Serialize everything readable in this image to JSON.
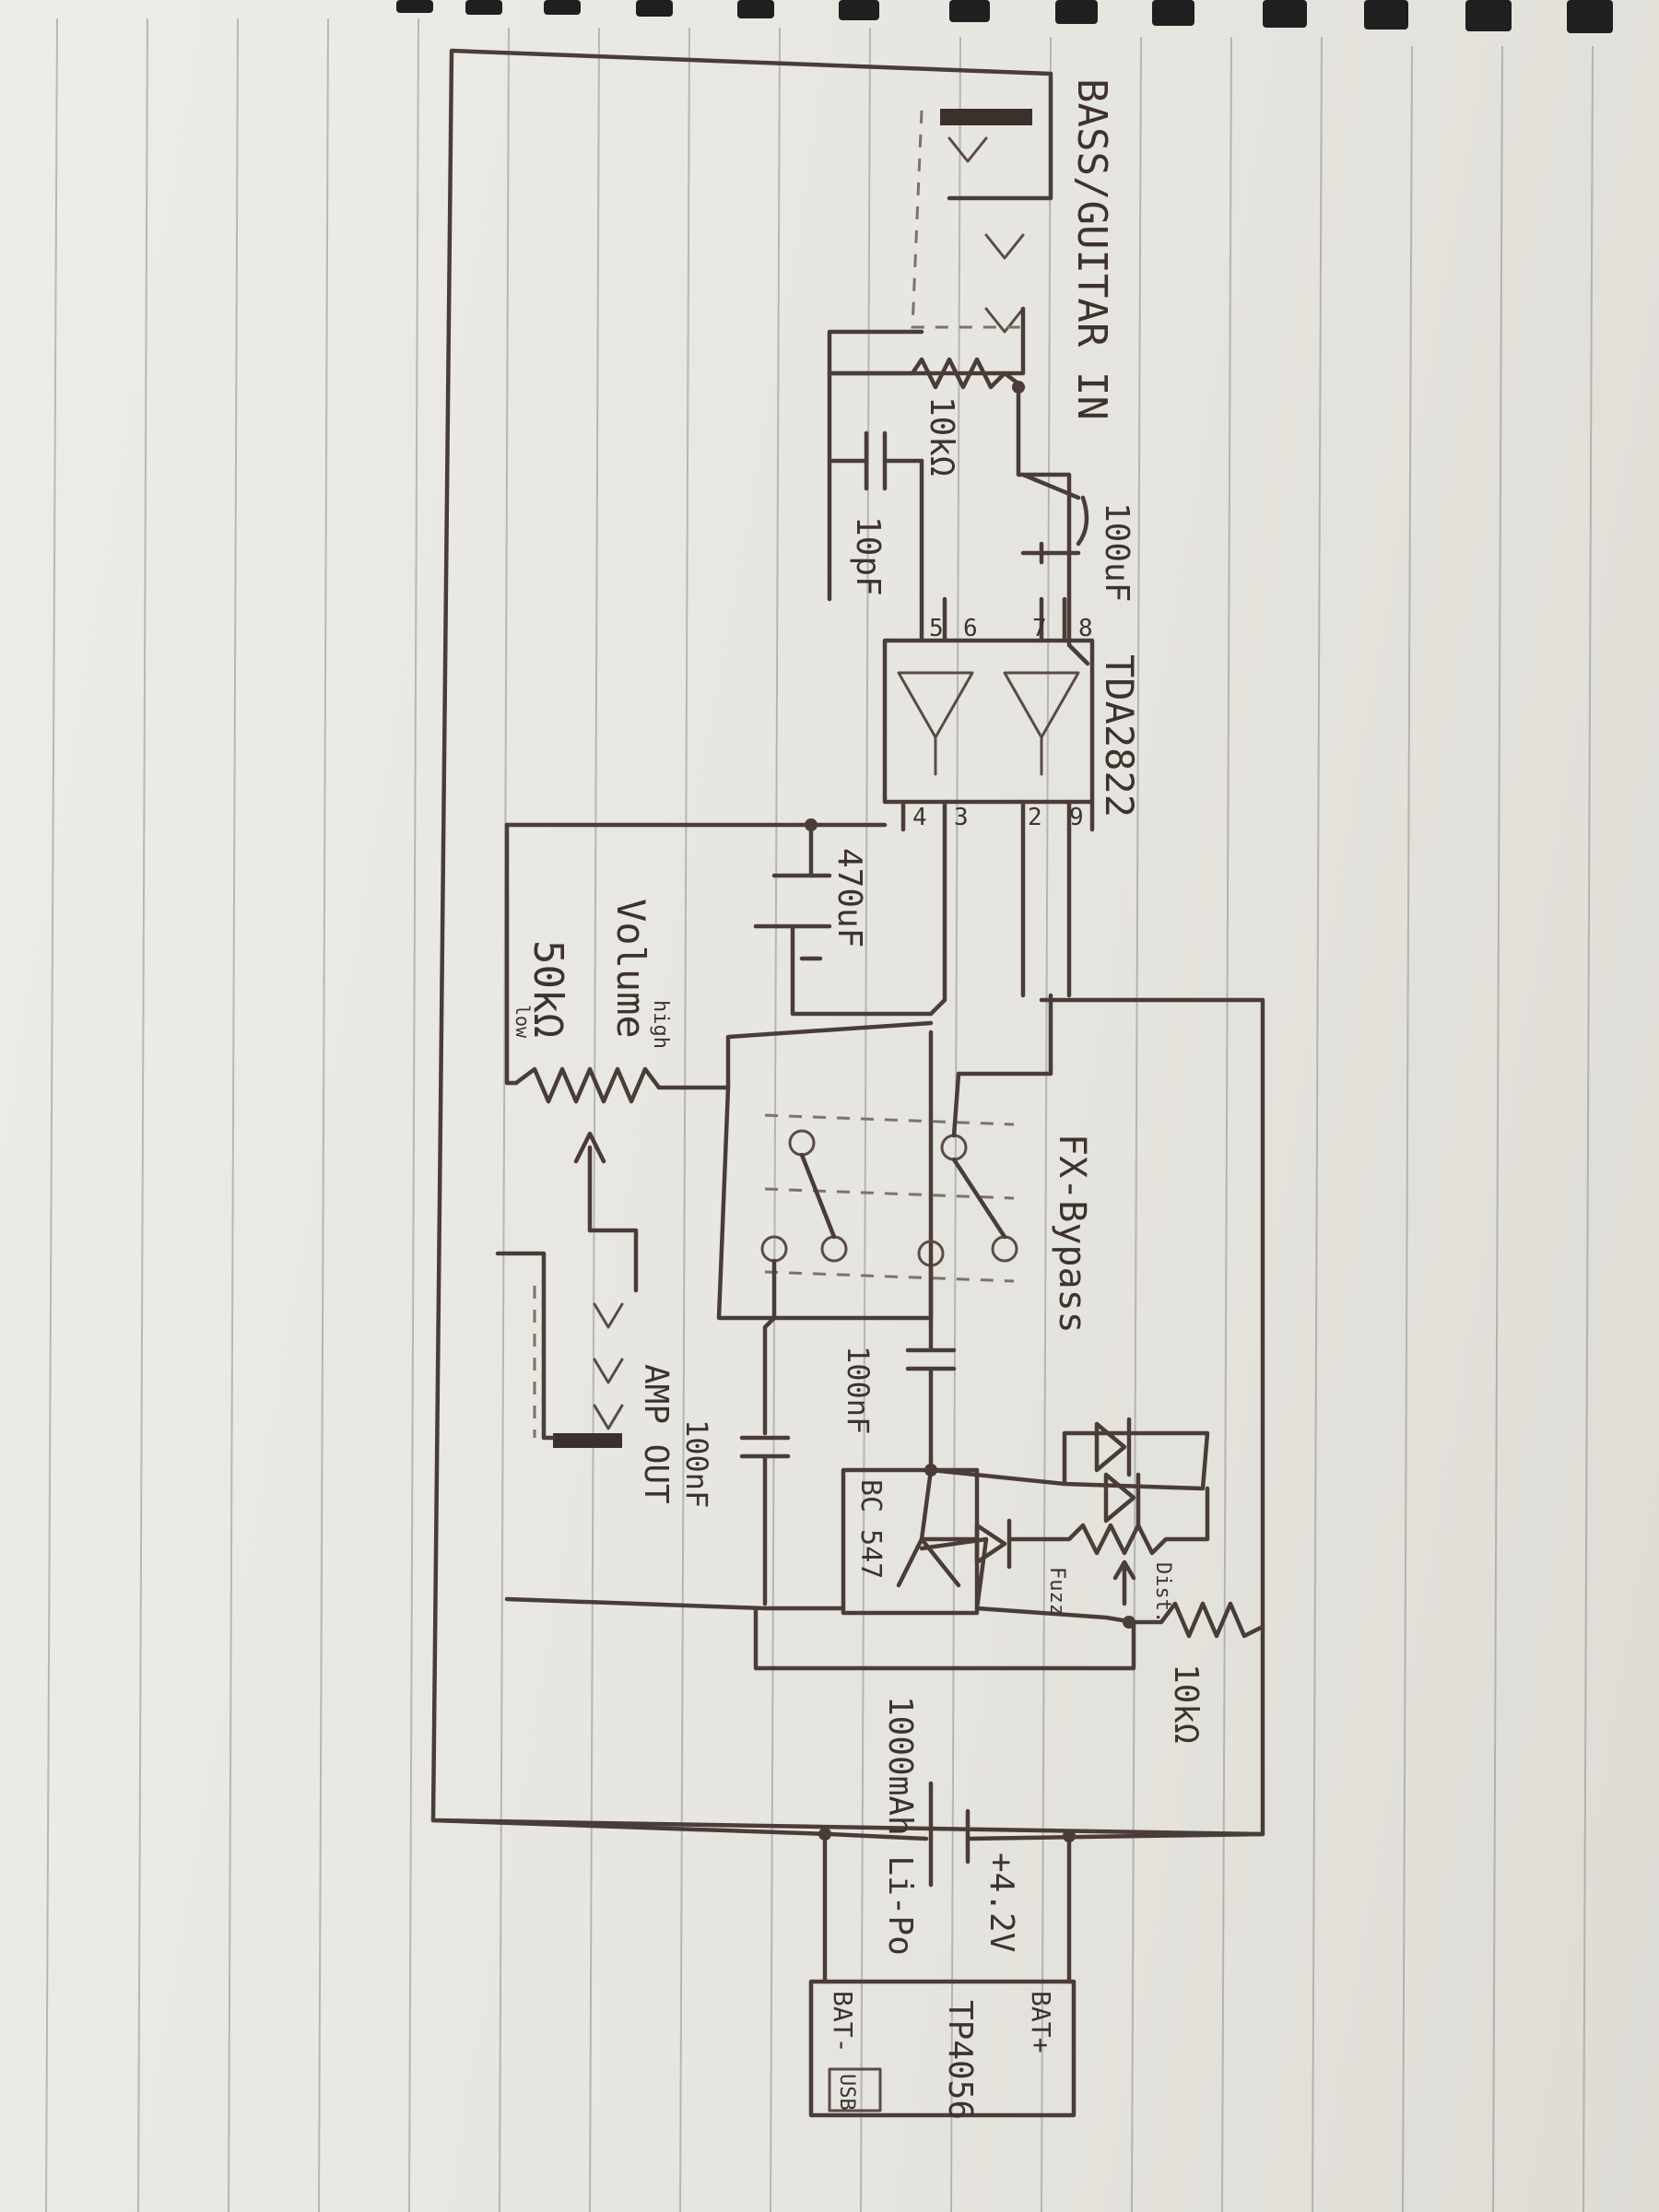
{
  "labels": {
    "input": "BASS/GUITAR IN",
    "r1": "10kΩ",
    "c1": "10pF",
    "c2": "100uF",
    "ic": "TDA2822",
    "c3": "470uF",
    "pot": "50kΩ",
    "pot_name": "Volume",
    "pot_high": "high",
    "pot_low": "low",
    "switch": "FX-Bypass",
    "c4": "100nF",
    "c5": "100nF",
    "output": "AMP OUT",
    "transistor": "BC 547",
    "fuzz": "Fuzz",
    "dist": "Dist.",
    "r2": "10kΩ",
    "battery": "1000mAh Li-Po",
    "battery_v": "+4.2V",
    "charger": "TP4056",
    "bat_minus": "BAT-",
    "bat_plus": "BAT+",
    "usb": "USB"
  },
  "pins": [
    "5",
    "6",
    "7",
    "8",
    "4",
    "3",
    "2",
    "9"
  ]
}
